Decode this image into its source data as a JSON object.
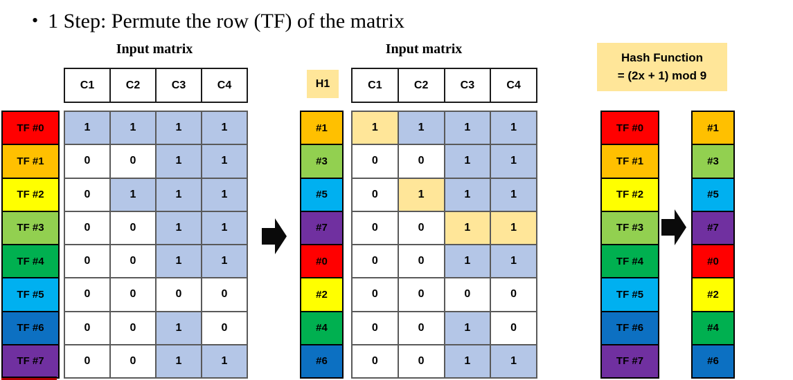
{
  "title": {
    "bullet": "•",
    "text": "1 Step: Permute the row (TF) of the matrix"
  },
  "hash_box": {
    "line1": "Hash Function",
    "line2": "= (2x + 1) mod 9"
  },
  "palette": {
    "red": "#FF0000",
    "orange": "#FFC000",
    "yellow": "#FFFF00",
    "light_green": "#92D050",
    "green": "#00B050",
    "cyan": "#00B0F0",
    "blue": "#0C70C2",
    "purple": "#7030A0",
    "cell_blue": "#B4C6E7",
    "cell_tan": "#FFE699",
    "cell_white": "#FFFFFF",
    "hash_header_bg": "#FFE699",
    "hash_fn_bg": "#FFE699"
  },
  "left_matrix": {
    "caption": "Input matrix",
    "columns": [
      "C1",
      "C2",
      "C3",
      "C4"
    ],
    "rows": [
      {
        "label": "TF #0",
        "color_key": "red",
        "values": [
          "1",
          "1",
          "1",
          "1"
        ],
        "fills": [
          "blue",
          "blue",
          "blue",
          "blue"
        ]
      },
      {
        "label": "TF #1",
        "color_key": "orange",
        "values": [
          "0",
          "0",
          "1",
          "1"
        ],
        "fills": [
          "white",
          "white",
          "blue",
          "blue"
        ]
      },
      {
        "label": "TF #2",
        "color_key": "yellow",
        "values": [
          "0",
          "1",
          "1",
          "1"
        ],
        "fills": [
          "white",
          "blue",
          "blue",
          "blue"
        ]
      },
      {
        "label": "TF #3",
        "color_key": "light_green",
        "values": [
          "0",
          "0",
          "1",
          "1"
        ],
        "fills": [
          "white",
          "white",
          "blue",
          "blue"
        ]
      },
      {
        "label": "TF #4",
        "color_key": "green",
        "values": [
          "0",
          "0",
          "1",
          "1"
        ],
        "fills": [
          "white",
          "white",
          "blue",
          "blue"
        ]
      },
      {
        "label": "TF #5",
        "color_key": "cyan",
        "values": [
          "0",
          "0",
          "0",
          "0"
        ],
        "fills": [
          "white",
          "white",
          "white",
          "white"
        ]
      },
      {
        "label": "TF #6",
        "color_key": "blue",
        "values": [
          "0",
          "0",
          "1",
          "0"
        ],
        "fills": [
          "white",
          "white",
          "blue",
          "white"
        ]
      },
      {
        "label": "TF #7",
        "color_key": "purple",
        "values": [
          "0",
          "0",
          "1",
          "1"
        ],
        "fills": [
          "white",
          "white",
          "blue",
          "blue"
        ]
      }
    ]
  },
  "middle_matrix": {
    "caption": "Input matrix",
    "hash_header": "H1",
    "columns": [
      "C1",
      "C2",
      "C3",
      "C4"
    ],
    "rows": [
      {
        "label": "#1",
        "color_key": "orange",
        "values": [
          "1",
          "1",
          "1",
          "1"
        ],
        "fills": [
          "tan",
          "blue",
          "blue",
          "blue"
        ]
      },
      {
        "label": "#3",
        "color_key": "light_green",
        "values": [
          "0",
          "0",
          "1",
          "1"
        ],
        "fills": [
          "white",
          "white",
          "blue",
          "blue"
        ]
      },
      {
        "label": "#5",
        "color_key": "cyan",
        "values": [
          "0",
          "1",
          "1",
          "1"
        ],
        "fills": [
          "white",
          "tan",
          "blue",
          "blue"
        ]
      },
      {
        "label": "#7",
        "color_key": "purple",
        "values": [
          "0",
          "0",
          "1",
          "1"
        ],
        "fills": [
          "white",
          "white",
          "tan",
          "tan"
        ]
      },
      {
        "label": "#0",
        "color_key": "red",
        "values": [
          "0",
          "0",
          "1",
          "1"
        ],
        "fills": [
          "white",
          "white",
          "blue",
          "blue"
        ]
      },
      {
        "label": "#2",
        "color_key": "yellow",
        "values": [
          "0",
          "0",
          "0",
          "0"
        ],
        "fills": [
          "white",
          "white",
          "white",
          "white"
        ]
      },
      {
        "label": "#4",
        "color_key": "green",
        "values": [
          "0",
          "0",
          "1",
          "0"
        ],
        "fills": [
          "white",
          "white",
          "blue",
          "white"
        ]
      },
      {
        "label": "#6",
        "color_key": "blue",
        "values": [
          "0",
          "0",
          "1",
          "1"
        ],
        "fills": [
          "white",
          "white",
          "blue",
          "blue"
        ]
      }
    ]
  },
  "right_panel": {
    "tf_labels": [
      {
        "text": "TF #0",
        "color_key": "red"
      },
      {
        "text": "TF #1",
        "color_key": "orange"
      },
      {
        "text": "TF #2",
        "color_key": "yellow"
      },
      {
        "text": "TF #3",
        "color_key": "light_green"
      },
      {
        "text": "TF #4",
        "color_key": "green"
      },
      {
        "text": "TF #5",
        "color_key": "cyan"
      },
      {
        "text": "TF #6",
        "color_key": "blue"
      },
      {
        "text": "TF #7",
        "color_key": "purple"
      }
    ],
    "hash_labels": [
      {
        "text": "#1",
        "color_key": "orange"
      },
      {
        "text": "#3",
        "color_key": "light_green"
      },
      {
        "text": "#5",
        "color_key": "cyan"
      },
      {
        "text": "#7",
        "color_key": "purple"
      },
      {
        "text": "#0",
        "color_key": "red"
      },
      {
        "text": "#2",
        "color_key": "yellow"
      },
      {
        "text": "#4",
        "color_key": "green"
      },
      {
        "text": "#6",
        "color_key": "blue"
      }
    ]
  }
}
